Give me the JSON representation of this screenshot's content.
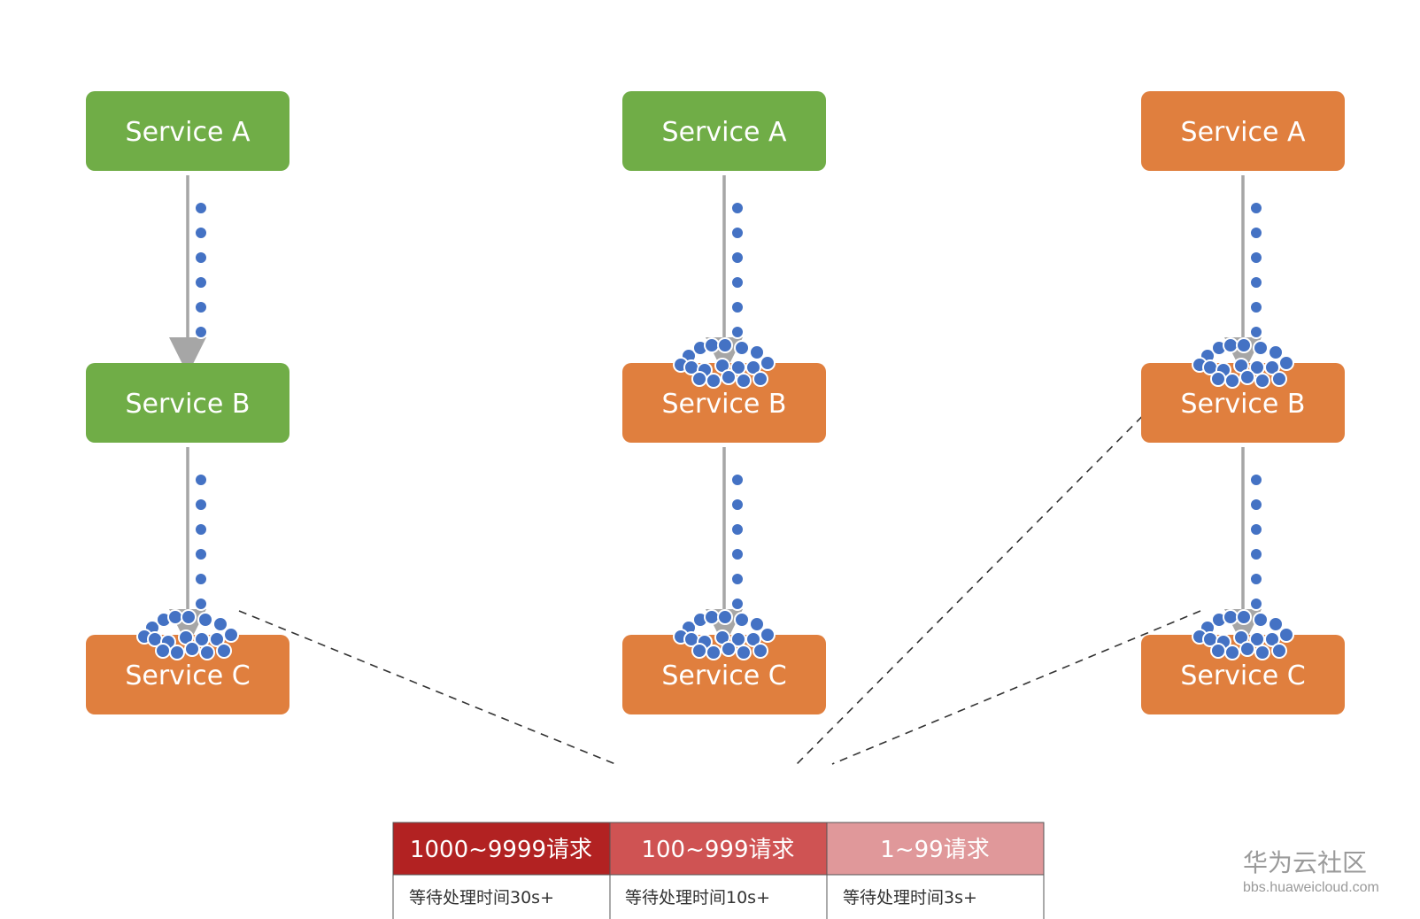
{
  "colors": {
    "healthy": "#70ad47",
    "blocked": "#e07f3e",
    "request_dot": "#4472c4",
    "arrow": "#a6a6a6",
    "level_high": "#b22222",
    "level_mid": "#cf5353",
    "level_low": "#e0989a"
  },
  "columns": [
    {
      "services": [
        {
          "label": "Service A",
          "status": "healthy"
        },
        {
          "label": "Service B",
          "status": "healthy"
        },
        {
          "label": "Service C",
          "status": "blocked"
        }
      ]
    },
    {
      "services": [
        {
          "label": "Service A",
          "status": "healthy"
        },
        {
          "label": "Service B",
          "status": "blocked"
        },
        {
          "label": "Service C",
          "status": "blocked"
        }
      ]
    },
    {
      "services": [
        {
          "label": "Service A",
          "status": "blocked"
        },
        {
          "label": "Service B",
          "status": "blocked"
        },
        {
          "label": "Service C",
          "status": "blocked"
        }
      ]
    }
  ],
  "table": {
    "headers": [
      "1000~9999请求",
      "100~999请求",
      "1~99请求"
    ],
    "cells": [
      "等待处理时间30s+",
      "等待处理时间10s+",
      "等待处理时间3s+"
    ]
  },
  "watermark": {
    "title": "华为云社区",
    "subtitle": "bbs.huaweicloud.com"
  }
}
